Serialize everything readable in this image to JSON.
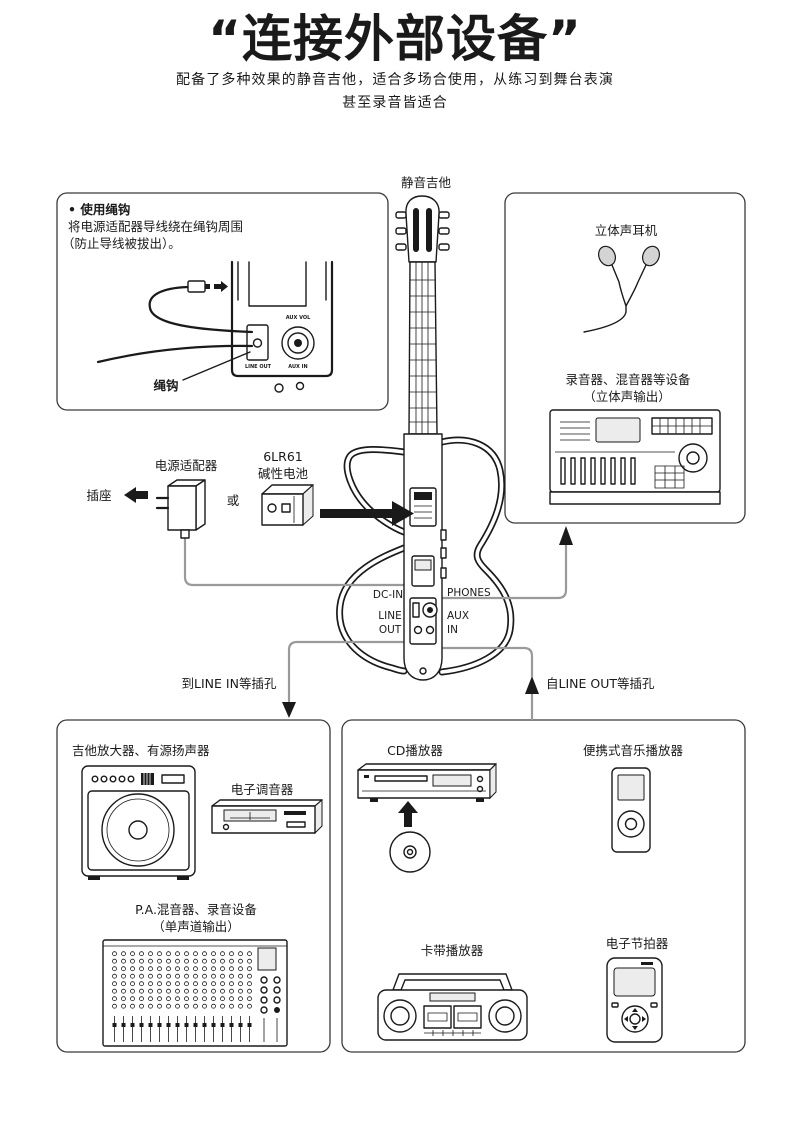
{
  "title": "“连接外部设备”",
  "subtitle": [
    "配备了多种效果的静音吉他，适合多场合使用，从练习到舞台表演",
    "甚至录音皆适合"
  ],
  "guitar": {
    "label": "静音吉他",
    "ports": {
      "dc_in": "DC-IN",
      "phones": "PHONES",
      "line": "LINE",
      "out": "OUT",
      "aux": "AUX",
      "in": "IN"
    }
  },
  "strap_hook_box": {
    "heading": "• 使用绳钩",
    "lines": [
      "将电源适配器导线绕在绳钩周围",
      "（防止导线被拔出）。"
    ],
    "panel_labels": {
      "aux_vol": "AUX VOL",
      "line_out": "LINE OUT",
      "aux_in": "AUX IN"
    },
    "callout": "绳钩"
  },
  "power": {
    "adapter": "电源适配器",
    "outlet": "插座",
    "or": "或",
    "battery_model": "6LR61",
    "battery_type": "碱性电池"
  },
  "connections": {
    "to_line_in": "到LINE IN等插孔",
    "from_line_out": "自LINE OUT等插孔"
  },
  "output_box": {
    "headphones": "立体声耳机",
    "recorder": "录音器、混音器等设备",
    "recorder_note": "（立体声输出）"
  },
  "line_in_box": {
    "amp": "吉他放大器、有源扬声器",
    "tuner": "电子调音器",
    "mixer": "P.A.混音器、录音设备",
    "mixer_note": "（单声道输出）"
  },
  "line_out_box": {
    "cd": "CD播放器",
    "portable": "便携式音乐播放器",
    "cassette": "卡带播放器",
    "metronome": "电子节拍器"
  },
  "colors": {
    "ink": "#1a1a1a",
    "line": "#9a9a9a",
    "box": "#3a3a3a"
  }
}
